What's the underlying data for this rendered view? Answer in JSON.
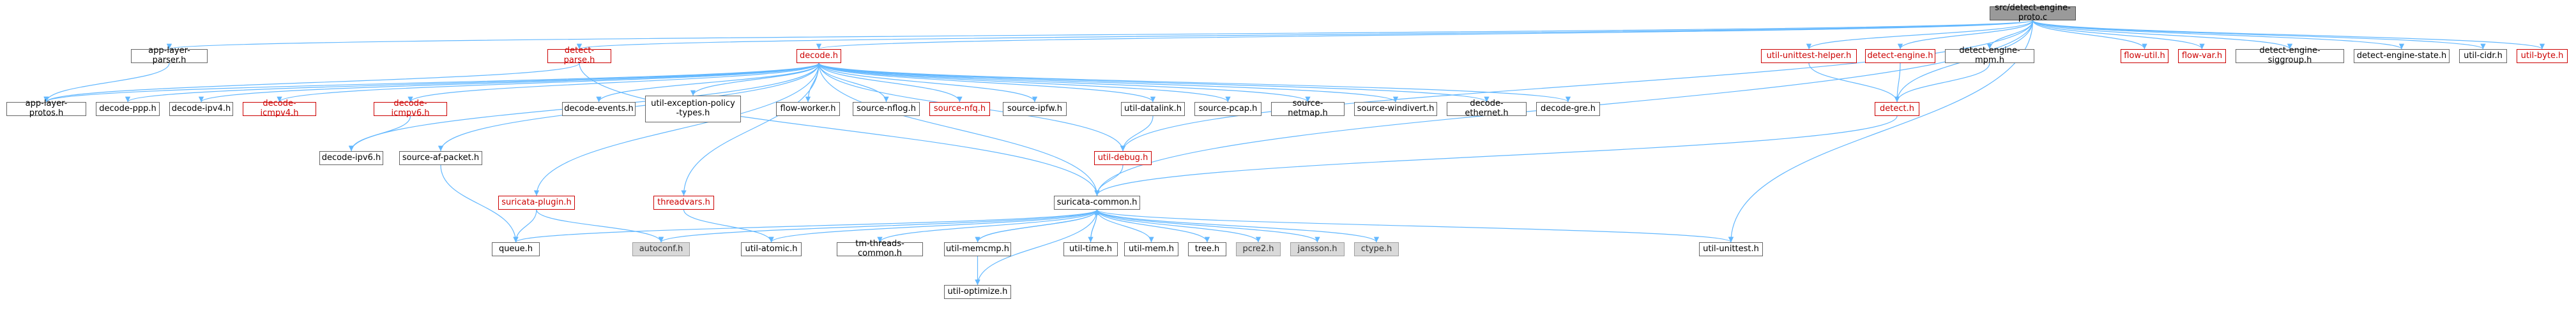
{
  "colors": {
    "edge": "#63b8ff",
    "red_node": "#cc0000",
    "root_fill": "#9a9a9a",
    "external_fill": "#d9d9d9"
  },
  "nodes": {
    "root": "src/detect-engine-proto.c",
    "app_layer_parser": "app-layer-parser.h",
    "app_layer_protos": "app-layer-protos.h",
    "detect_parse": "detect-parse.h",
    "decode": "decode.h",
    "decode_ppp": "decode-ppp.h",
    "decode_ipv4": "decode-ipv4.h",
    "decode_icmpv4": "decode-icmpv4.h",
    "decode_icmpv6": "decode-icmpv6.h",
    "decode_ipv6": "decode-ipv6.h",
    "source_af_packet": "source-af-packet.h",
    "decode_events": "decode-events.h",
    "util_exception_policy_types": "util-exception-policy\n-types.h",
    "flow_worker": "flow-worker.h",
    "source_nflog": "source-nflog.h",
    "source_nfq": "source-nfq.h",
    "source_ipfw": "source-ipfw.h",
    "util_datalink": "util-datalink.h",
    "source_pcap": "source-pcap.h",
    "source_netmap": "source-netmap.h",
    "source_windivert": "source-windivert.h",
    "decode_ethernet": "decode-ethernet.h",
    "decode_gre": "decode-gre.h",
    "util_unittest_helper": "util-unittest-helper.h",
    "detect_engine": "detect-engine.h",
    "detect_engine_mpm": "detect-engine-mpm.h",
    "detect": "detect.h",
    "flow_util": "flow-util.h",
    "flow_var": "flow-var.h",
    "detect_engine_siggroup": "detect-engine-siggroup.h",
    "detect_engine_state": "detect-engine-state.h",
    "util_cidr": "util-cidr.h",
    "util_byte": "util-byte.h",
    "util_debug": "util-debug.h",
    "suricata_plugin": "suricata-plugin.h",
    "threadvars": "threadvars.h",
    "suricata_common": "suricata-common.h",
    "queue": "queue.h",
    "autoconf": "autoconf.h",
    "util_atomic": "util-atomic.h",
    "tm_threads_common": "tm-threads-common.h",
    "util_memcmp": "util-memcmp.h",
    "util_time": "util-time.h",
    "util_mem": "util-mem.h",
    "tree": "tree.h",
    "pcre2": "pcre2.h",
    "jansson": "jansson.h",
    "ctype": "ctype.h",
    "util_unittest": "util-unittest.h",
    "util_optimize": "util-optimize.h"
  }
}
